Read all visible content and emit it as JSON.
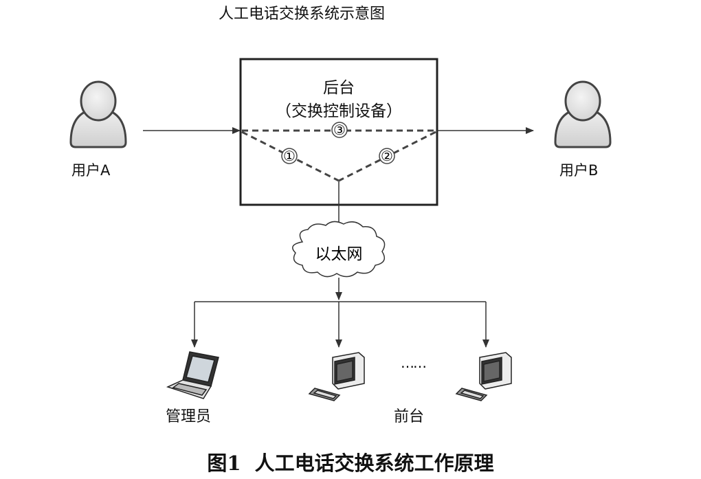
{
  "title": "人工电话交换系统示意图",
  "backend": {
    "title": "后台",
    "subtitle": "（交换控制设备）"
  },
  "user_a": {
    "label": "用户A",
    "icon": "user-icon"
  },
  "user_b": {
    "label": "用户B",
    "icon": "user-icon"
  },
  "paths": {
    "p1": "①",
    "p2": "②",
    "p3": "③"
  },
  "network": {
    "label": "以太网",
    "icon": "cloud-icon"
  },
  "admin": {
    "label": "管理员",
    "icon": "laptop-icon"
  },
  "frontend": {
    "label": "前台",
    "icon": "desktop-icon"
  },
  "ellipsis": "……",
  "caption": "图1  人工电话交换系统工作原理"
}
